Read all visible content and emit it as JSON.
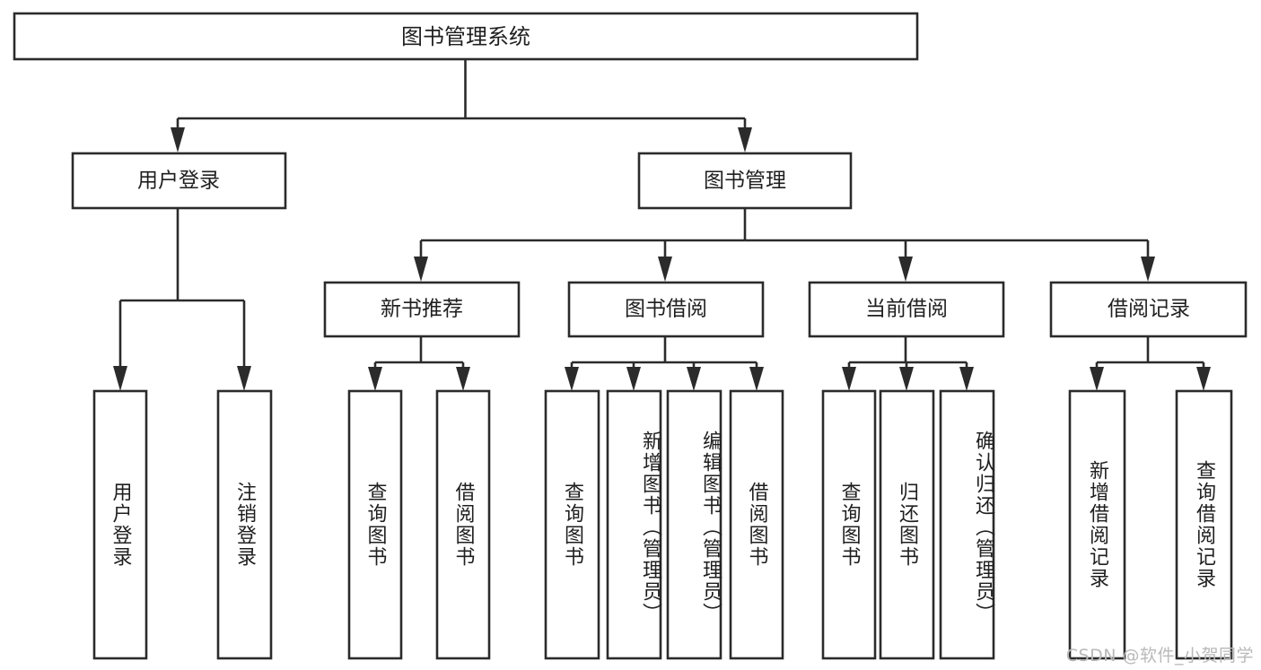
{
  "diagram": {
    "title_node": "图书管理系统",
    "watermark": "CSDN @软件_小贺同学",
    "style": {
      "stroke_color": "#2b2b2b",
      "fill_color": "#ffffff",
      "text_color": "#1f1f1f",
      "watermark_color": "#b9b9b9",
      "background": "#ffffff"
    },
    "levels": {
      "level1": [
        "图书管理系统"
      ],
      "level2": [
        "用户登录",
        "图书管理"
      ],
      "level3": [
        "新书推荐",
        "图书借阅",
        "当前借阅",
        "借阅记录"
      ]
    },
    "nodes": {
      "root": {
        "label": "图书管理系统"
      },
      "user_login": {
        "label": "用户登录"
      },
      "book_manage": {
        "label": "图书管理"
      },
      "new_book_rec": {
        "label": "新书推荐"
      },
      "book_borrow": {
        "label": "图书借阅"
      },
      "current_borrow": {
        "label": "当前借阅"
      },
      "borrow_record": {
        "label": "借阅记录"
      }
    },
    "leaves": {
      "user_login": [
        {
          "label": "用户登录"
        },
        {
          "label": "注销登录"
        }
      ],
      "new_book_rec": [
        {
          "label": "查询图书"
        },
        {
          "label": "借阅图书"
        }
      ],
      "book_borrow": [
        {
          "label": "查询图书"
        },
        {
          "label": "新增图书（管理员）"
        },
        {
          "label": "编辑图书（管理员）"
        },
        {
          "label": "借阅图书"
        }
      ],
      "current_borrow": [
        {
          "label": "查询图书"
        },
        {
          "label": "归还图书"
        },
        {
          "label": "确认归还（管理员）"
        }
      ],
      "borrow_record": [
        {
          "label": "新增借阅记录"
        },
        {
          "label": "查询借阅记录"
        }
      ]
    }
  }
}
